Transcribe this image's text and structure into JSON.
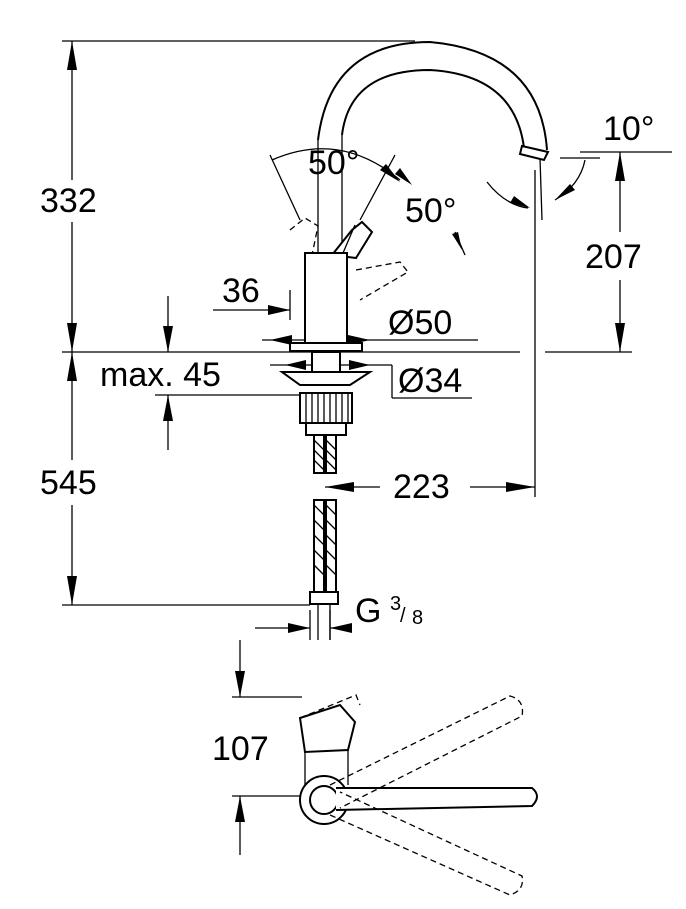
{
  "dimensions": {
    "height_total": "332",
    "height_under": "545",
    "spout_height": "207",
    "spout_angle": "10°",
    "lever_angle_left": "50°",
    "lever_angle_right": "50°",
    "lever_width": "36",
    "base_diameter": "Ø50",
    "hole_diameter": "Ø34",
    "max_thickness": "max. 45",
    "spout_reach": "223",
    "connection_G": "G",
    "connection_num": "3",
    "connection_den": "8",
    "top_view_offset": "107"
  }
}
